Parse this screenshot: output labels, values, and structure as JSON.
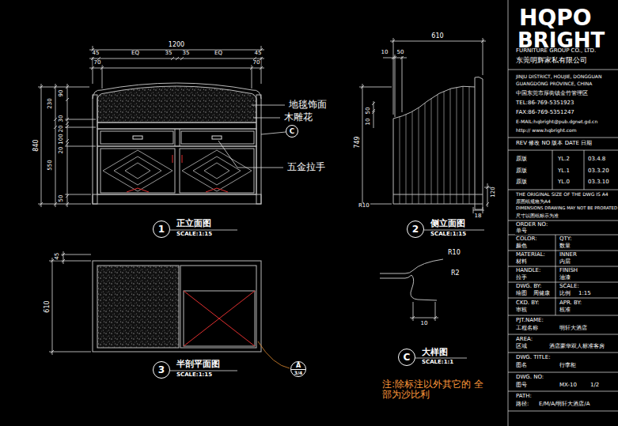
{
  "diagram": {
    "nodes": [
      {
        "text": [
          "1"
        ]
      },
      {
        "text": [
          "2"
        ]
      },
      {
        "text": [
          "3"
        ]
      },
      {
        "text": [
          "C"
        ]
      },
      {
        "text": [
          "C"
        ]
      },
      {
        "text": [
          "A",
          "3/4"
        ]
      }
    ],
    "labels": [
      "1200",
      "45",
      "EQ",
      "35",
      "35",
      "EQ",
      "45",
      "70",
      "70",
      "90",
      "230",
      "30",
      "20",
      "100",
      "20",
      "840",
      "550",
      "50",
      "地毯饰面",
      "木雕花",
      "五金拉手",
      "正立面图",
      "SCALE:1:15",
      "610",
      "10",
      "50",
      "50",
      "10",
      "749",
      "R10",
      "120",
      "18",
      "侧立面图",
      "SCALE:1:15",
      "45",
      "610",
      "半剖平面图",
      "SCALE:1:15",
      "R10",
      "R2",
      "10",
      "大样图",
      "SCALE:1:1",
      "注:除标注以外其它的 全部为沙比利",
      "HQPO",
      "BRIGHT",
      "FURNITURE GROUP CO., LTD.",
      "东莞明辉家私有限公司",
      "JINJU DISTRICT, HOUJIE, DONGGUAN",
      "GUANGDONG PROVINCE, CHINA",
      "中国东莞市厚街镇金竹管理区",
      "TEL:86-769-5351923",
      "FAX:86-769-5351247",
      "E-MAIL:hqbright@pub.dgnet.gd.cn",
      "http:// www.hqbright.com",
      "REV 修改 NO 版本 DATE 日期",
      "原版",
      "YL.2",
      "03.4.8",
      "原版",
      "YL.1",
      "03.3.20",
      "原版",
      "YL.0",
      "03.3.10",
      "THE ORIGINAL SIZE OF THE DWG IS A4",
      "原图纸规格为A4",
      "DIMENSIONS DRAWING MAY NOT BE PRORATED",
      "尺寸以图纸标示为准",
      "ORDER NO:",
      "单号",
      "COLOR:",
      "QTY:",
      "颜色",
      "数量",
      "MATERIAL:",
      "INNER",
      "材料",
      "内层",
      "HANDLE:",
      "FINISH",
      "拉手",
      "油漆",
      "DWG. BY:",
      "SCALE:",
      "绘图",
      "周健康",
      "比例",
      "1:15",
      "CKD. BY:",
      "APR. BY:",
      "审核",
      "核准",
      "PJT.NAME:",
      "工程名称",
      "明轩大酒店",
      "AREA:",
      "区域",
      "酒店豪华双人标准客房",
      "DWG. TITLE:",
      "图名",
      "行李柜",
      "DWG. NO:",
      "图号",
      "MX-10",
      "1/2",
      "PATH:",
      "路径:",
      "E/M/A/明轩大酒店/A"
    ]
  }
}
